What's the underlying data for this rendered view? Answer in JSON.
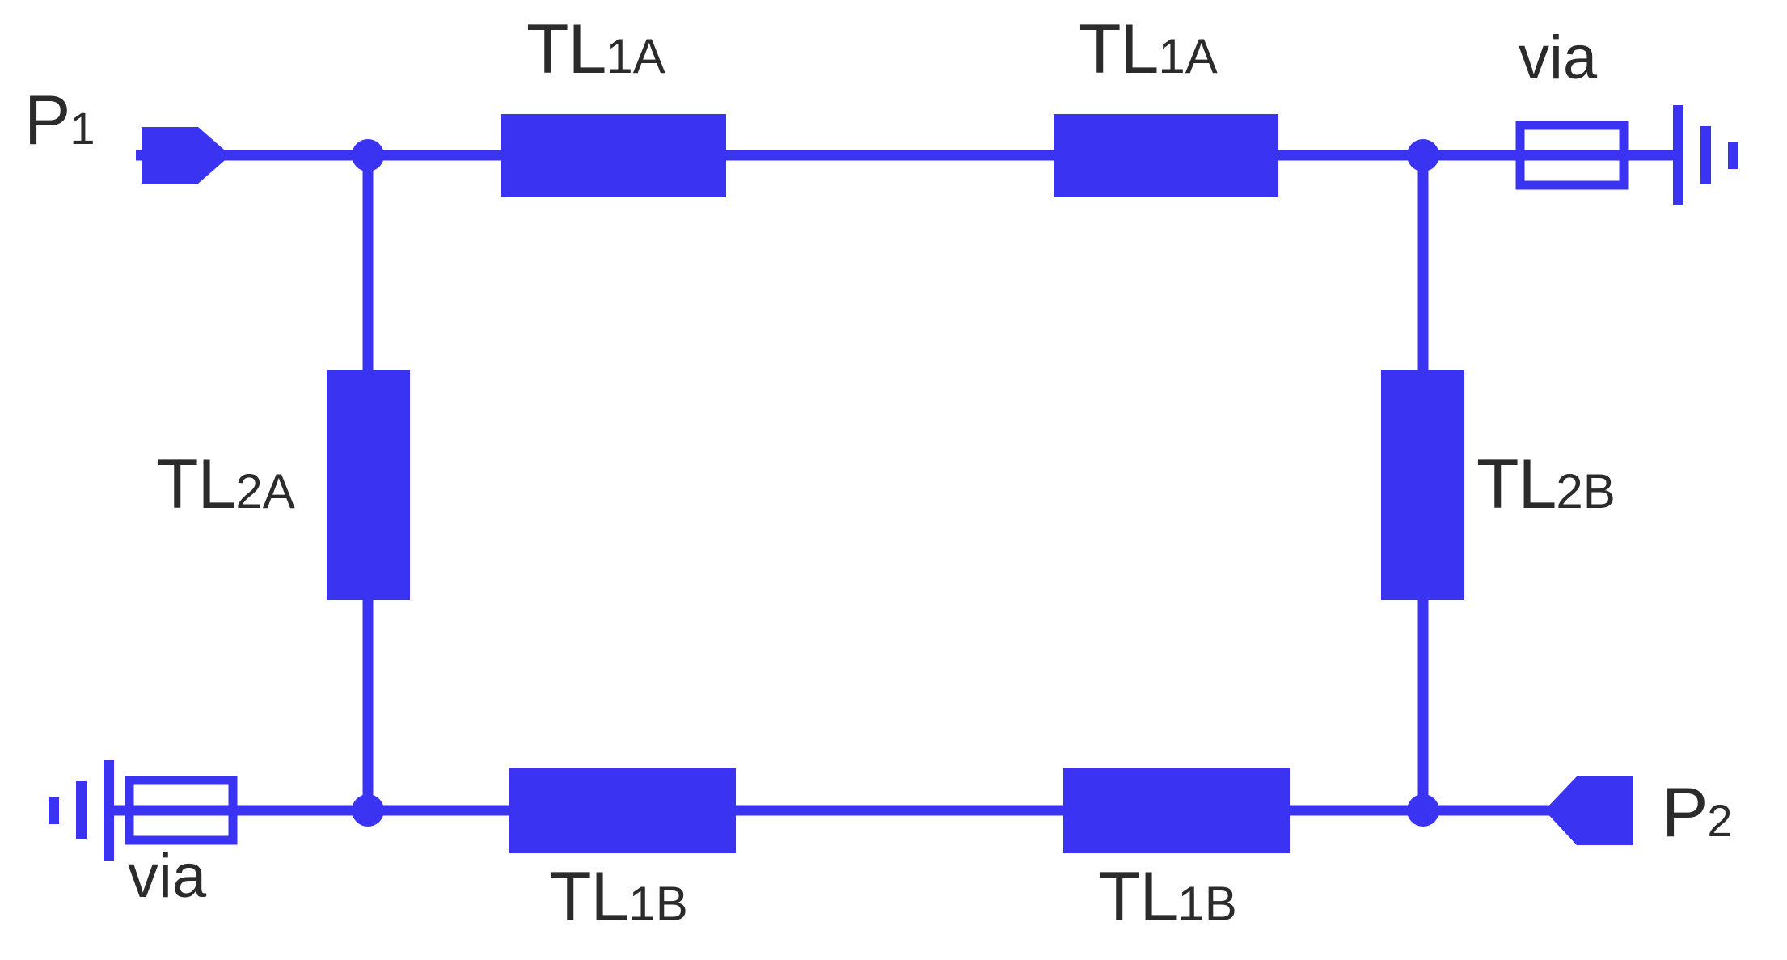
{
  "diagram": {
    "title": "Branch-line coupler transmission line schematic",
    "colors": {
      "trace": "#3a33f2",
      "text": "#2b2b2b",
      "background": "#ffffff"
    },
    "ports": [
      {
        "id": "p1",
        "label_main": "P",
        "label_sub": "1",
        "name": "port-p1",
        "direction": "input-right"
      },
      {
        "id": "p2",
        "label_main": "P",
        "label_sub": "2",
        "name": "port-p2",
        "direction": "input-left"
      }
    ],
    "transmission_lines": [
      {
        "id": "tl1a_left",
        "label_main": "TL",
        "label_sub": "1A",
        "orientation": "horizontal",
        "position": "top-left"
      },
      {
        "id": "tl1a_right",
        "label_main": "TL",
        "label_sub": "1A",
        "orientation": "horizontal",
        "position": "top-right"
      },
      {
        "id": "tl1b_left",
        "label_main": "TL",
        "label_sub": "1B",
        "orientation": "horizontal",
        "position": "bottom-left"
      },
      {
        "id": "tl1b_right",
        "label_main": "TL",
        "label_sub": "1B",
        "orientation": "horizontal",
        "position": "bottom-right"
      },
      {
        "id": "tl2a",
        "label_main": "TL",
        "label_sub": "2A",
        "orientation": "vertical",
        "position": "left"
      },
      {
        "id": "tl2b",
        "label_main": "TL",
        "label_sub": "2B",
        "orientation": "vertical",
        "position": "right"
      }
    ],
    "vias": [
      {
        "id": "via_top_right",
        "label": "via",
        "name": "via-top-right"
      },
      {
        "id": "via_bottom_left",
        "label": "via",
        "name": "via-bottom-left"
      }
    ],
    "grounds": [
      {
        "id": "gnd_top_right",
        "name": "ground-top-right"
      },
      {
        "id": "gnd_bottom_left",
        "name": "ground-bottom-left"
      }
    ],
    "junctions": [
      {
        "id": "j_top_left",
        "name": "junction-top-left"
      },
      {
        "id": "j_top_right",
        "name": "junction-top-right"
      },
      {
        "id": "j_bottom_left",
        "name": "junction-bottom-left"
      },
      {
        "id": "j_bottom_right",
        "name": "junction-bottom-right"
      }
    ]
  }
}
